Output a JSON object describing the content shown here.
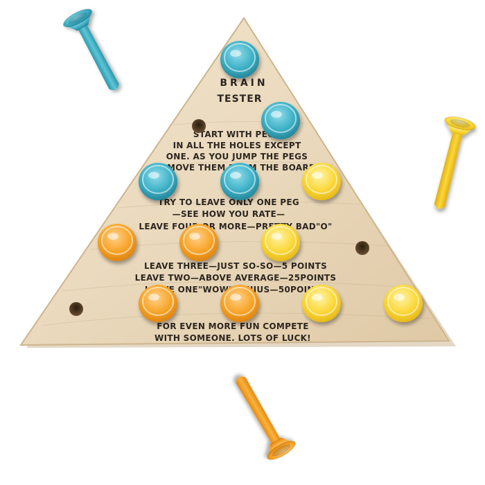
{
  "board": {
    "title_line1": "BRAIN",
    "title_line2": "TESTER",
    "instructions": [
      "START WITH PEGS",
      "IN ALL THE HOLES EXCEPT",
      "ONE. AS YOU JUMP THE PEGS",
      "REMOVE THEM FROM THE BOARD."
    ],
    "rating_intro": [
      "TRY TO LEAVE ONLY ONE PEG",
      "—SEE HOW YOU RATE—"
    ],
    "ratings": [
      "LEAVE FOUR OR MORE—PRETTY BAD\"O\"",
      "LEAVE THREE—JUST SO-SO—5 POINTS",
      "LEAVE TWO—ABOVE AVERAGE—25POINTS",
      "LEAVE ONE\"WOW\"GENIUS—50POINTS"
    ],
    "footer": [
      "FOR EVEN MORE FUN COMPETE",
      "WITH SOMEONE.  LOTS OF LUCK!"
    ]
  },
  "colors": {
    "wood": "#ead9bd",
    "teal": "#3fb2c7",
    "yellow": "#fbd83a",
    "orange": "#f8a52a"
  },
  "holes": [
    {
      "row": 0,
      "col": 0,
      "peg": "teal"
    },
    {
      "row": 1,
      "col": 0,
      "peg": "empty"
    },
    {
      "row": 1,
      "col": 1,
      "peg": "teal"
    },
    {
      "row": 2,
      "col": 0,
      "peg": "teal"
    },
    {
      "row": 2,
      "col": 1,
      "peg": "teal"
    },
    {
      "row": 2,
      "col": 2,
      "peg": "yellow"
    },
    {
      "row": 3,
      "col": 0,
      "peg": "orange"
    },
    {
      "row": 3,
      "col": 1,
      "peg": "orange"
    },
    {
      "row": 3,
      "col": 2,
      "peg": "yellow"
    },
    {
      "row": 3,
      "col": 3,
      "peg": "empty"
    },
    {
      "row": 4,
      "col": 0,
      "peg": "empty"
    },
    {
      "row": 4,
      "col": 1,
      "peg": "orange"
    },
    {
      "row": 4,
      "col": 2,
      "peg": "orange"
    },
    {
      "row": 4,
      "col": 3,
      "peg": "yellow"
    },
    {
      "row": 4,
      "col": 4,
      "peg": "yellow"
    }
  ],
  "loose_pegs": [
    {
      "color": "teal"
    },
    {
      "color": "yellow"
    },
    {
      "color": "orange"
    }
  ]
}
